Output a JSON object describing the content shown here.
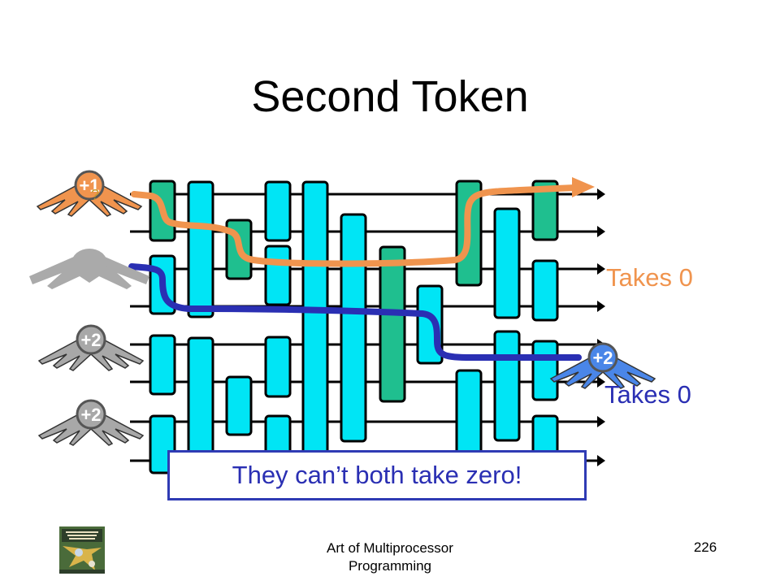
{
  "slide": {
    "title": "Second Token",
    "takes_orange": "Takes 0",
    "takes_blue": "Takes 0",
    "callout": "They can’t both take zero!",
    "footer_line1": "Art of Multiprocessor",
    "footer_line2": "Programming",
    "page_number": "226"
  },
  "tokens": [
    {
      "label": "+1",
      "wing_color": "#f0944e"
    },
    {
      "label": "",
      "wing_color": "#a8a8a8"
    },
    {
      "label": "+2",
      "wing_color": "#a8a8a8"
    },
    {
      "label": "+2",
      "wing_color": "#a8a8a8"
    },
    {
      "label": "+2",
      "wing_color": "#4a86e8"
    }
  ],
  "colors": {
    "balancer": "#00e5f5",
    "balancer_active": "#1fbf8f",
    "path_orange": "#f0944e",
    "path_blue": "#2a2fb3"
  }
}
